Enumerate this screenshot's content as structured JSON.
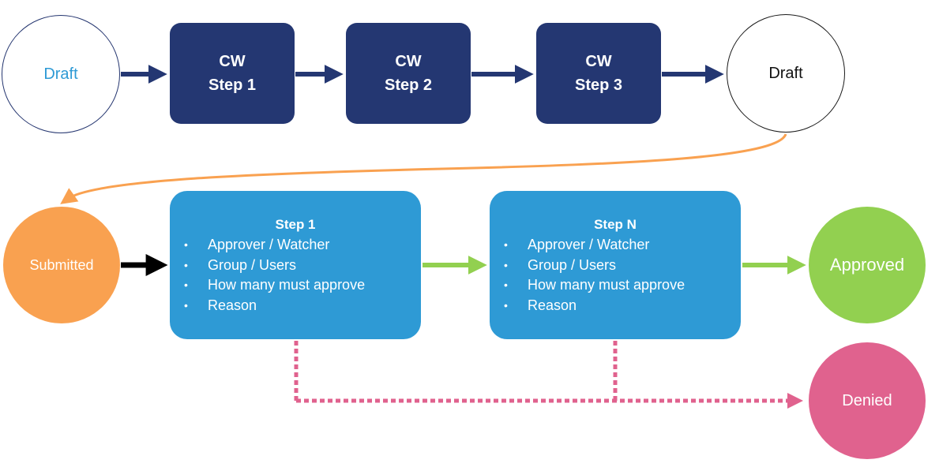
{
  "top_row": {
    "start": "Draft",
    "steps": [
      {
        "line1": "CW",
        "line2": "Step 1"
      },
      {
        "line1": "CW",
        "line2": "Step 2"
      },
      {
        "line1": "CW",
        "line2": "Step 3"
      }
    ],
    "end": "Draft"
  },
  "bottom_row": {
    "submitted": "Submitted",
    "approval_steps": [
      {
        "title": "Step 1",
        "items": [
          "Approver  / Watcher",
          "Group / Users",
          "How many must approve",
          "Reason"
        ]
      },
      {
        "title": "Step N",
        "items": [
          "Approver  / Watcher",
          "Group / Users",
          "How many must approve",
          "Reason"
        ]
      }
    ],
    "approved": "Approved",
    "denied": "Denied"
  },
  "colors": {
    "navy": "#243772",
    "blue": "#2e9ad5",
    "orange": "#f9a150",
    "green": "#92d050",
    "pink": "#e0628e",
    "black": "#000000"
  }
}
